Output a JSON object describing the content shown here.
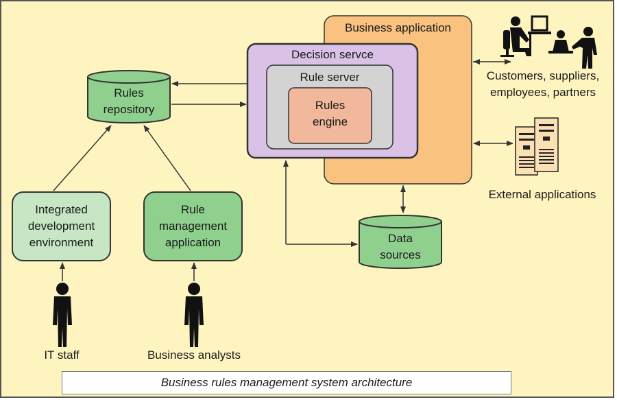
{
  "colors": {
    "background": "#fdf4bf",
    "business_app_fill": "#f9c27f",
    "decision_service_fill": "#d9c2e6",
    "rule_server_fill": "#d3d3d3",
    "rules_engine_fill": "#f2b89b",
    "green_fill": "#8fd08f",
    "light_green_fill": "#c6e6c4"
  },
  "nodes": {
    "business_application": "Business application",
    "decision_service": "Decision servce",
    "rule_server": "Rule server",
    "rules_engine": "Rules\nengine",
    "rules_repository": "Rules\nrepository",
    "data_sources": "Data\nsources",
    "ide": "Integrated\ndevelopment\nenvironment",
    "rule_management_app": "Rule\nmanagement\napplication",
    "customers": "Customers, suppliers,\nemployees, partners",
    "external_applications": "External applications",
    "it_staff": "IT staff",
    "business_analysts": "Business analysts"
  },
  "icons": {
    "office_people": "office-workers-icon",
    "servers": "server-towers-icon",
    "person": "person-silhouette-icon"
  },
  "caption": "Business rules management system architecture"
}
